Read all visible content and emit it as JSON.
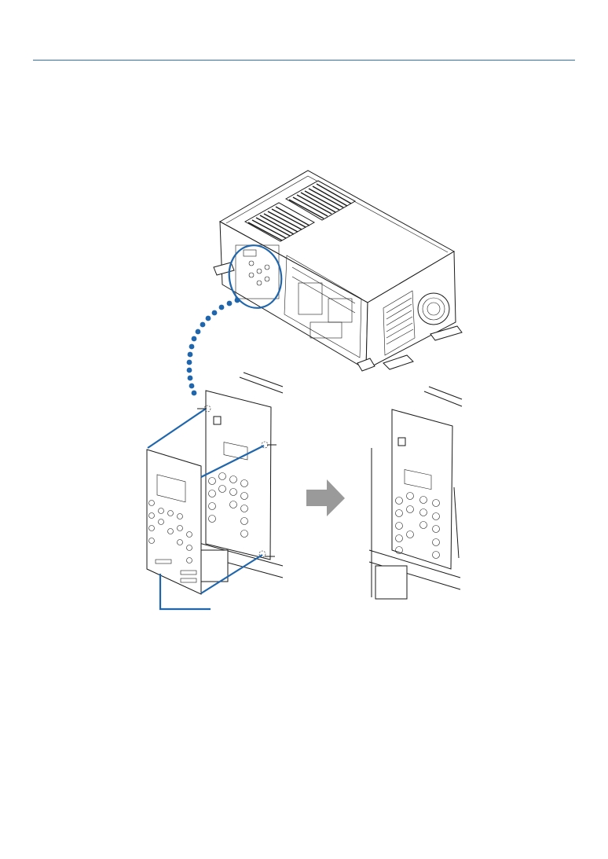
{
  "page": {
    "header_rule_color": "#2f6fb0",
    "accent_color": "#1f66ad",
    "arrow_color": "#9a9a9a"
  },
  "figure": {
    "projector": {
      "icon": "projector-illustration"
    },
    "detail_before": {
      "icon": "control-panel-cover-removal-illustration"
    },
    "detail_after": {
      "icon": "control-panel-illustration"
    },
    "direction_arrow": {
      "icon": "right-arrow-icon"
    }
  }
}
